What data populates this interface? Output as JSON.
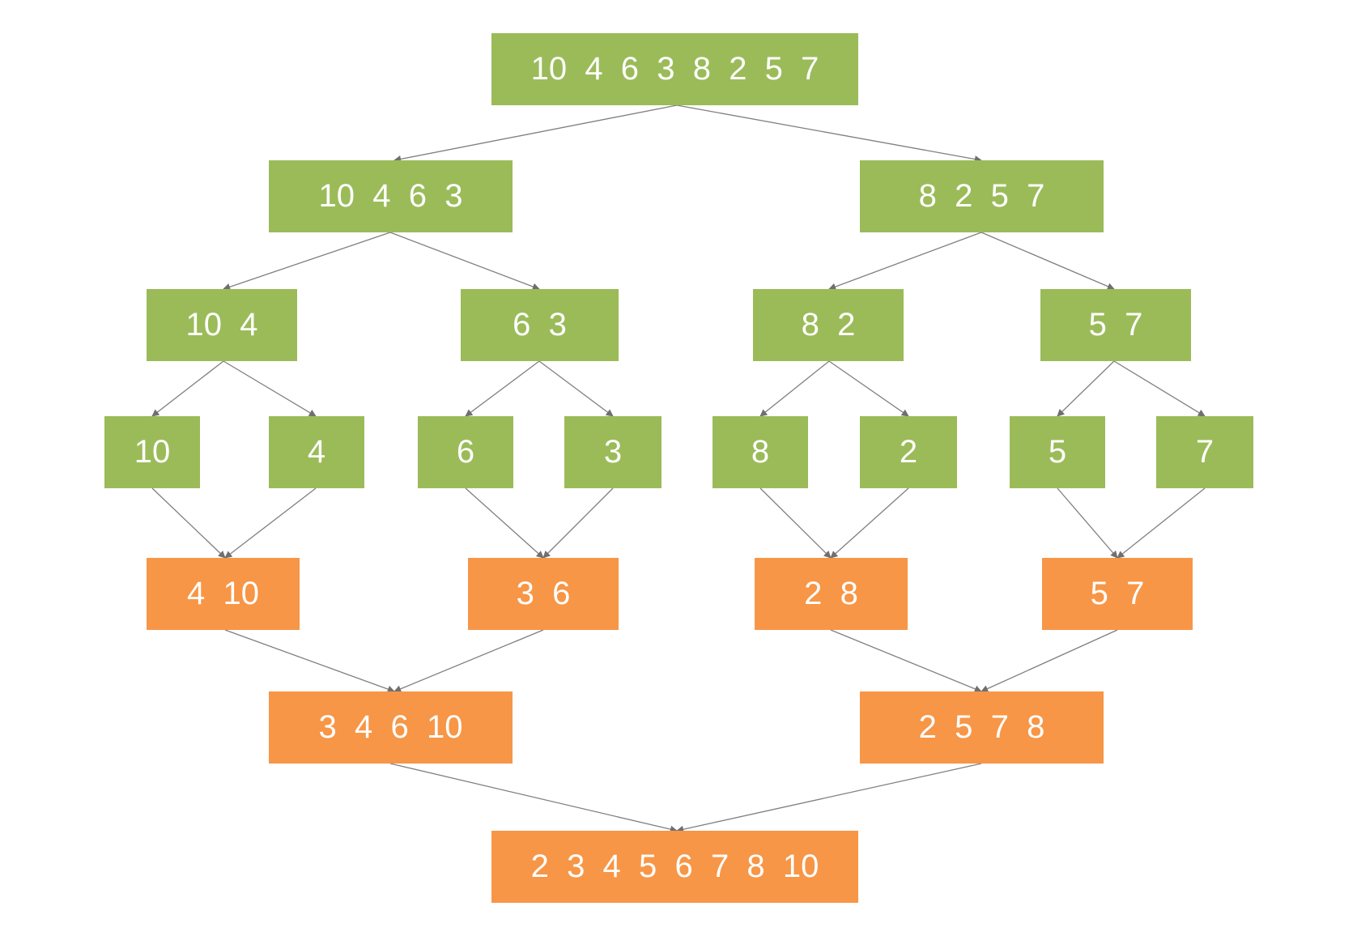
{
  "colors": {
    "split": "#9bbb59",
    "merge": "#f79646",
    "edge": "#7f7f7f",
    "text": "#ffffff"
  },
  "nodes": {
    "root": "10  4  6  3  8  2  5  7",
    "l1_left": "10  4  6  3",
    "l1_right": "8  2  5  7",
    "l2_a": "10  4",
    "l2_b": "6  3",
    "l2_c": "8  2",
    "l2_d": "5  7",
    "leaf_1": "10",
    "leaf_2": "4",
    "leaf_3": "6",
    "leaf_4": "3",
    "leaf_5": "8",
    "leaf_6": "2",
    "leaf_7": "5",
    "leaf_8": "7",
    "m1_a": "4  10",
    "m1_b": "3  6",
    "m1_c": "2  8",
    "m1_d": "5  7",
    "m2_left": "3  4  6  10",
    "m2_right": "2  5  7  8",
    "result": "2  3  4  5  6  7  8  10"
  }
}
